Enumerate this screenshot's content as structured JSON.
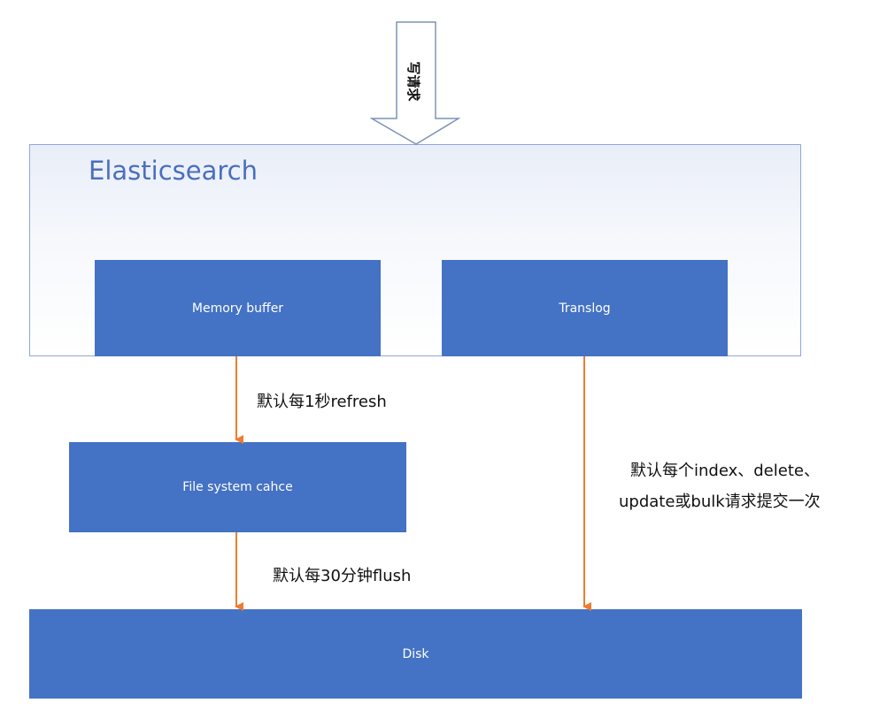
{
  "write_request_label": "写请求",
  "elasticsearch": {
    "title": "Elasticsearch",
    "memory_buffer_label": "Memory buffer",
    "translog_label": "Translog"
  },
  "file_system_cache_label": "File system cahce",
  "disk_label": "Disk",
  "annotations": {
    "refresh": "默认每1秒refresh",
    "flush": "默认每30分钟flush",
    "translog_line1": "默认每个index、delete、",
    "translog_line2": "update或bulk请求提交一次"
  },
  "colors": {
    "box_fill": "#4472c4",
    "container_border": "#8fa8d6",
    "title_text": "#4a6fbf",
    "arrow_orange": "#ed7d31",
    "write_arrow_stroke": "#7f93b8"
  }
}
